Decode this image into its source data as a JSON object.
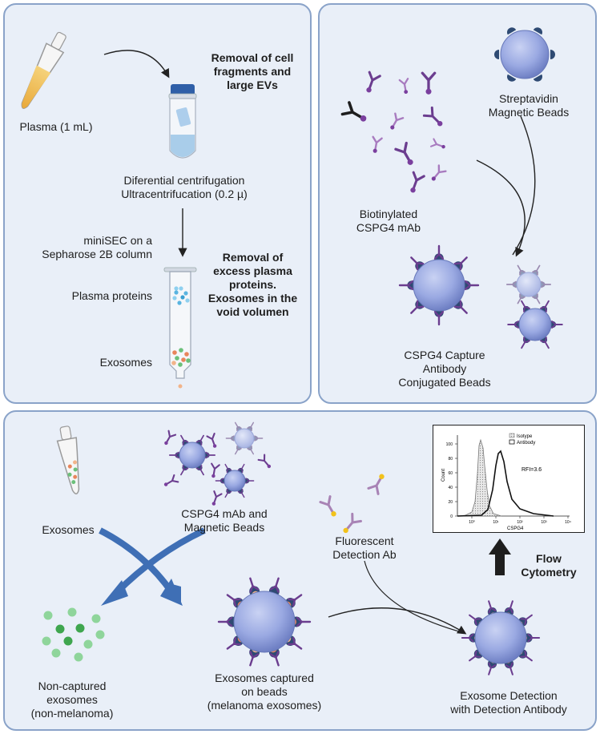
{
  "panel_a": {
    "plasma_label": "Plasma (1 mL)",
    "removal_cells_lines": [
      "Removal of cell",
      "fragments and",
      "large EVs"
    ],
    "centrifugation_lines": [
      "Diferential centrifugation",
      "Ultracentrifucation (0.2 µ)"
    ],
    "minisec_lines": [
      "miniSEC on a",
      "Sepharose 2B column"
    ],
    "plasma_proteins_label": "Plasma proteins",
    "exosomes_label": "Exosomes",
    "removal_proteins_lines": [
      "Removal of",
      "excess plasma",
      "proteins.",
      "Exosomes in the",
      "void volumen"
    ]
  },
  "panel_b": {
    "streptavidin_lines": [
      "Streptavidin",
      "Magnetic Beads"
    ],
    "biotinylated_lines": [
      "Biotinylated",
      "CSPG4 mAb"
    ],
    "capture_lines": [
      "CSPG4 Capture",
      "Antibody",
      "Conjugated Beads"
    ]
  },
  "panel_c": {
    "exosomes_label": "Exosomes",
    "mab_beads_lines": [
      "CSPG4 mAb and",
      "Magnetic Beads"
    ],
    "fluorescent_lines": [
      "Fluorescent",
      "Detection Ab"
    ],
    "flow_lines": [
      "Flow",
      "Cytometry"
    ],
    "noncaptured_lines": [
      "Non-captured",
      "exosomes",
      "(non-melanoma)"
    ],
    "captured_lines": [
      "Exosomes captured",
      "on beads",
      "(melanoma exosomes)"
    ],
    "detection_lines": [
      "Exosome Detection",
      "with Detection Antibody"
    ]
  },
  "histogram": {
    "legend": [
      "Isotype",
      "Antibody"
    ],
    "rfi": "RFI=3.6",
    "ylabel": "Count",
    "xlabel": "CSPG4",
    "y_ticks": [
      "0",
      "20",
      "40",
      "60",
      "80",
      "100"
    ],
    "x_ticks": [
      "10⁰",
      "10¹",
      "10²",
      "10³",
      "10⁴"
    ]
  },
  "colors": {
    "panel_bg": "#e9eff8",
    "panel_border": "#8aa3c9",
    "bead": "#8e9fdc",
    "antibody": "#6b3d8f",
    "exosome_orange": "#e8855b",
    "exosome_green": "#6cc07a",
    "arrow_blue": "#3f6fb5"
  }
}
